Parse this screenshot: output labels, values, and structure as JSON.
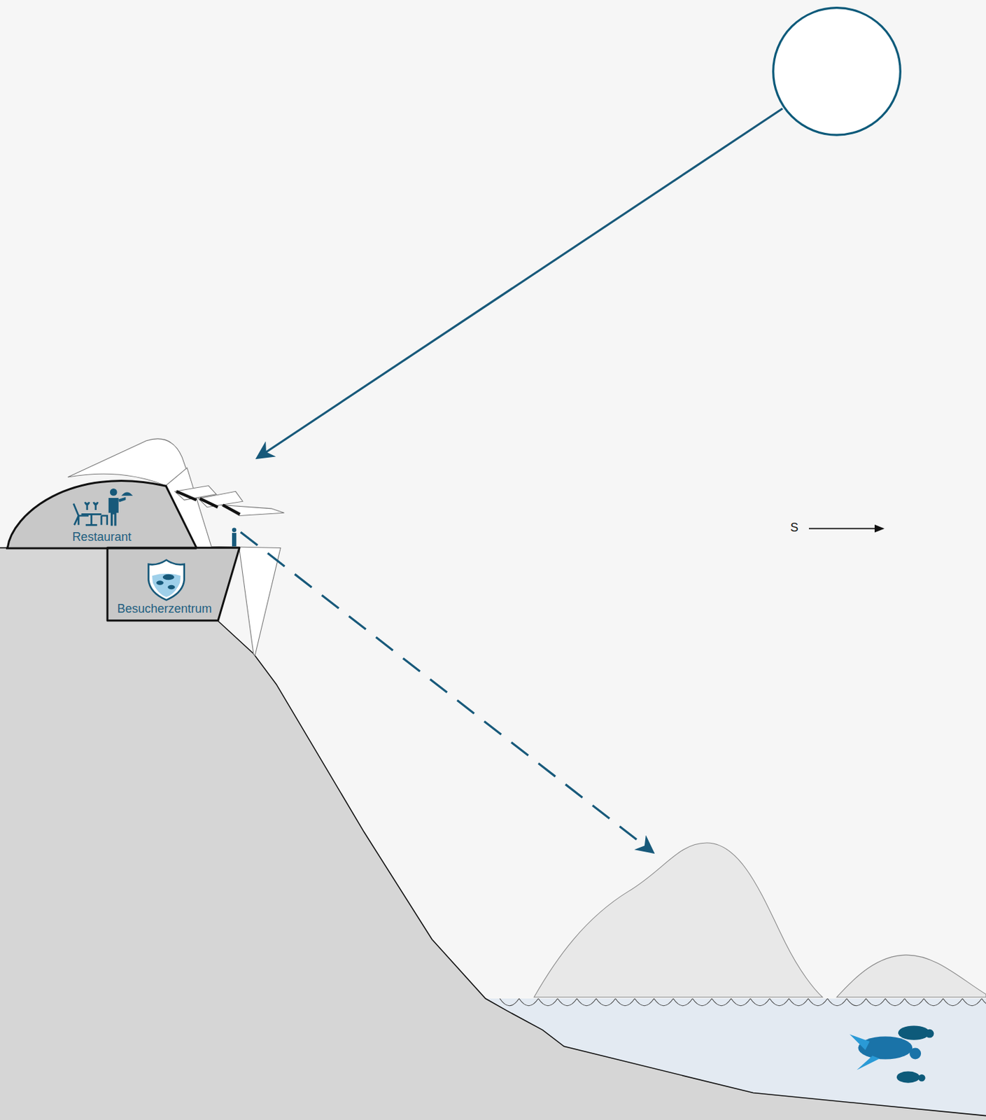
{
  "diagram": {
    "nodes": [
      {
        "text": [
          "Restaurant"
        ]
      },
      {
        "text": [
          "Besucherzentrum"
        ]
      }
    ],
    "labels": [
      "S"
    ]
  }
}
